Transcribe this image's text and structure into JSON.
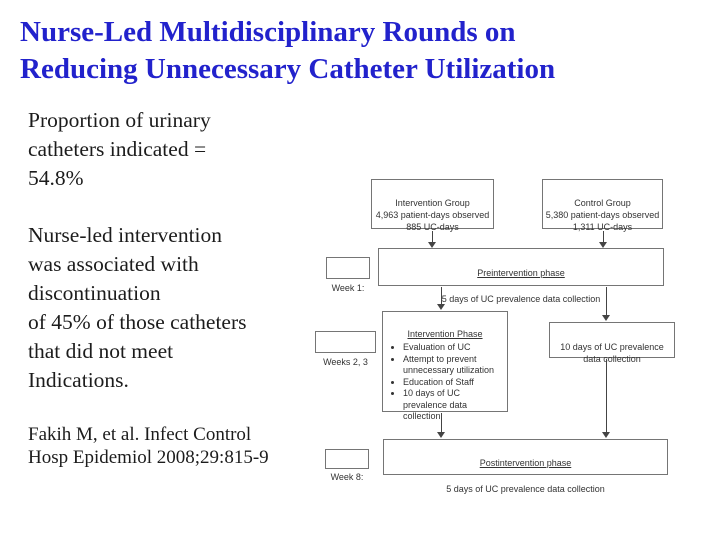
{
  "slide": {
    "title": "Nurse-Led Multidisciplinary Rounds on\nReducing Unnecessary Catheter Utilization",
    "body": {
      "paragraph1": "Proportion of urinary\ncatheters indicated =\n54.8%",
      "paragraph2": "Nurse-led intervention\nwas associated with\ndiscontinuation\nof 45% of those catheters\nthat did not meet\nIndications.",
      "citation": "Fakih M, et al. Infect Control\nHosp Epidemiol 2008;29:815-9"
    },
    "colors": {
      "background": "#FFFFFF",
      "title_blue": "#2222CC",
      "box_border": "#757575",
      "diagram_text": "#333333"
    }
  },
  "diagram": {
    "intervention_group": {
      "text": "Intervention Group\n4,963 patient-days observed\n885 UC-days"
    },
    "control_group": {
      "text": "Control Group\n5,380 patient-days observed\n1,311 UC-days"
    },
    "week1_label": "Week 1:",
    "preintervention": {
      "title": "Preintervention phase",
      "subtitle": "5 days of UC prevalence data collection"
    },
    "weeks23_label": "Weeks 2, 3",
    "intervention_phase": {
      "title": "Intervention Phase",
      "bullets": [
        "Evaluation of UC",
        "Attempt to prevent unnecessary utilization",
        "Education of Staff",
        "10 days of UC prevalence data collection"
      ]
    },
    "ten_days": {
      "text": "10 days of UC prevalence\ndata collection"
    },
    "week8_label": "Week 8:",
    "postintervention": {
      "title": "Postintervention phase",
      "subtitle": "5 days of UC prevalence data collection"
    }
  }
}
